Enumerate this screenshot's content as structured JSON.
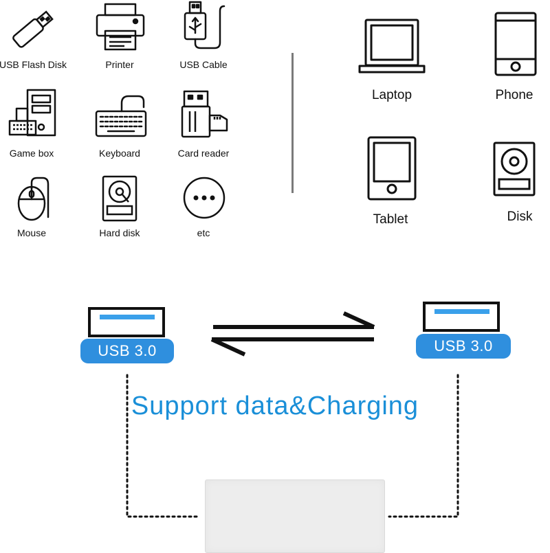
{
  "devices_left": [
    {
      "label": "USB Flash Disk",
      "icon": "usb-flash-disk-icon"
    },
    {
      "label": "Printer",
      "icon": "printer-icon"
    },
    {
      "label": "USB Cable",
      "icon": "usb-cable-icon"
    },
    {
      "label": "Game box",
      "icon": "game-box-icon"
    },
    {
      "label": "Keyboard",
      "icon": "keyboard-icon"
    },
    {
      "label": "Card reader",
      "icon": "card-reader-icon"
    },
    {
      "label": "Mouse",
      "icon": "mouse-icon"
    },
    {
      "label": "Hard disk",
      "icon": "hard-disk-icon"
    },
    {
      "label": "etc",
      "icon": "more-dots-icon"
    }
  ],
  "devices_right": [
    {
      "label": "Laptop",
      "icon": "laptop-icon"
    },
    {
      "label": "Phone",
      "icon": "phone-icon"
    },
    {
      "label": "Tablet",
      "icon": "tablet-icon"
    },
    {
      "label": "Disk",
      "icon": "disk-icon"
    }
  ],
  "usb_left_label": "USB 3.0",
  "usb_right_label": "USB 3.0",
  "headline": "Support data&Charging",
  "colors": {
    "accent_blue": "#1a8fd8",
    "badge_blue": "#2f8fde",
    "usb_tongue": "#3aa0ea"
  }
}
